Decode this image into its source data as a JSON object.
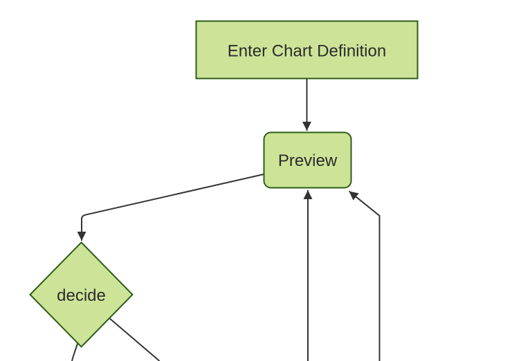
{
  "diagram": {
    "type": "flowchart",
    "direction": "top-down",
    "nodes": [
      {
        "id": "enter-chart-definition",
        "label": "Enter Chart Definition",
        "shape": "rectangle"
      },
      {
        "id": "preview",
        "label": "Preview",
        "shape": "rounded-rectangle"
      },
      {
        "id": "decide",
        "label": "decide",
        "shape": "diamond"
      }
    ],
    "edges": [
      {
        "from": "enter-chart-definition",
        "to": "preview",
        "arrowhead": true
      },
      {
        "from": "preview",
        "to": "decide",
        "arrowhead": true
      },
      {
        "from": "offscreen-bottom-1",
        "to": "preview",
        "arrowhead": true
      },
      {
        "from": "offscreen-bottom-2",
        "to": "preview",
        "arrowhead": true
      },
      {
        "from": "decide",
        "to": "offscreen-bottom-left",
        "arrowhead": false
      },
      {
        "from": "decide",
        "to": "offscreen-bottom-right",
        "arrowhead": false
      }
    ],
    "colors": {
      "node_fill": "#cde498",
      "node_border": "#2d5c16",
      "edge_line": "#333333",
      "text": "#2b2b2b",
      "background": "#ffffff"
    }
  }
}
